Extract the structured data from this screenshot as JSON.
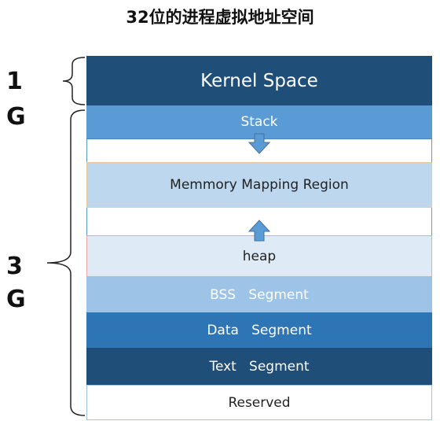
{
  "title": "32位的进程虚拟地址空间",
  "sizes": {
    "kernel_top": "1",
    "kernel_bottom": "G",
    "user_top": "3",
    "user_bottom": "G"
  },
  "segments": {
    "kernel": "Kernel Space",
    "stack": "Stack",
    "mmap": "Memmory Mapping Region",
    "heap": "heap",
    "bss": "BSS   Segment",
    "data": "Data   Segment",
    "text": "Text   Segment",
    "reserved": "Reserved"
  },
  "colors": {
    "kernel": "#1f4e79",
    "stack": "#5b9bd5",
    "mmap": "#bdd7ee",
    "heap": "#deebf7",
    "bss": "#9dc3e6",
    "data": "#2e75b6",
    "text": "#1f4e79",
    "arrow": "#5b9bd5"
  },
  "arrows": {
    "stack_growth": "down",
    "heap_growth": "up"
  }
}
